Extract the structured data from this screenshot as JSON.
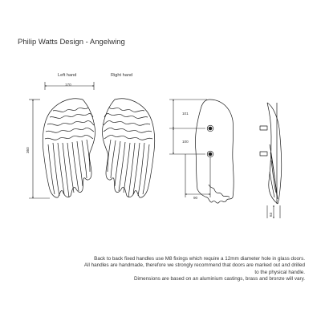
{
  "title": "Philip Watts Design - Angelwing",
  "labels": {
    "left_hand": "Left hand",
    "right_hand": "Right hand"
  },
  "dimensions": {
    "width": "170",
    "height": "360",
    "top_to_first_hole": "101",
    "hole_spacing": "100",
    "hole_offset": "90",
    "depth": "63"
  },
  "notes": [
    "Back to back fixed handles use M8 fixings which require a 12mm diameter hole in glass doors.",
    "All handles are handmade, therefore we strongly recommend that doors are marked out and drilled",
    "to the physical handle.",
    "Dimensions are based on an aluminium castings, brass and bronze will vary."
  ]
}
